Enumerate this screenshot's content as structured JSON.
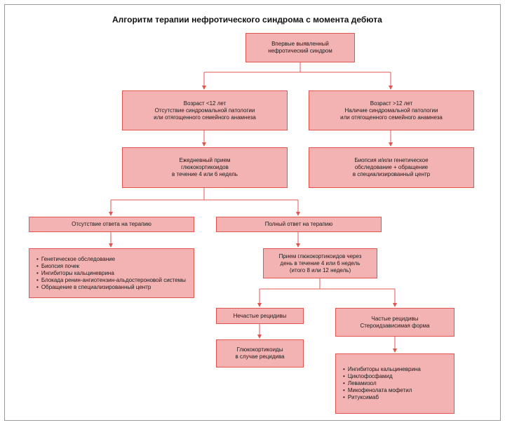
{
  "title": "Алгоритм терапии нефротического синдрома с момента дебюта",
  "nodes": {
    "start": [
      "Впервые выявленный",
      "нефротический синдром"
    ],
    "age_under": [
      "Возраст <12 лет",
      "Отсутствие синдромальной патологии",
      "или отягощенного семейного анамнеза"
    ],
    "age_over": [
      "Возраст >12 лет",
      "Наличие синдромальной патологии",
      "или отягощенного семейного анамнеза"
    ],
    "daily_gc": [
      "Ежедневный прием",
      "глюкокортикоидов",
      "в течение 4 или 6 недель"
    ],
    "biopsy": [
      "Биопсия и/или генетическое",
      "обследование + обращение",
      "в специализированный центр"
    ],
    "no_response": [
      "Отсутствие ответа на терапию"
    ],
    "full_response": [
      "Полный ответ на терапию"
    ],
    "no_response_list": [
      "Генетическое обследование",
      "Биопсия почек",
      "Ингибиторы кальциневрина",
      "Блокада ренин-ангиотензин-альдостероновой системы",
      "Обращение в специализированный центр"
    ],
    "alt_day_gc": [
      "Прием глюкокортикоидов через",
      "день в течение 4 или 6 недель",
      "(итого 8 или 12 недель)"
    ],
    "rare_relapse": [
      "Нечастые рецидивы"
    ],
    "frequent_relapse": [
      "Частые рецидивы",
      "Стероидзависимая форма"
    ],
    "gc_relapse": [
      "Глюкокортикоиды",
      "в случае рецидива"
    ],
    "frequent_list": [
      "Ингибиторы кальциневрина",
      "Циклофосфамид",
      "Левамизол",
      "Микофенолата мофетил",
      "Ритуксимаб"
    ]
  },
  "colors": {
    "box_fill": "#f4b3b3",
    "box_border": "#e2554f",
    "connector": "#e2554f"
  }
}
